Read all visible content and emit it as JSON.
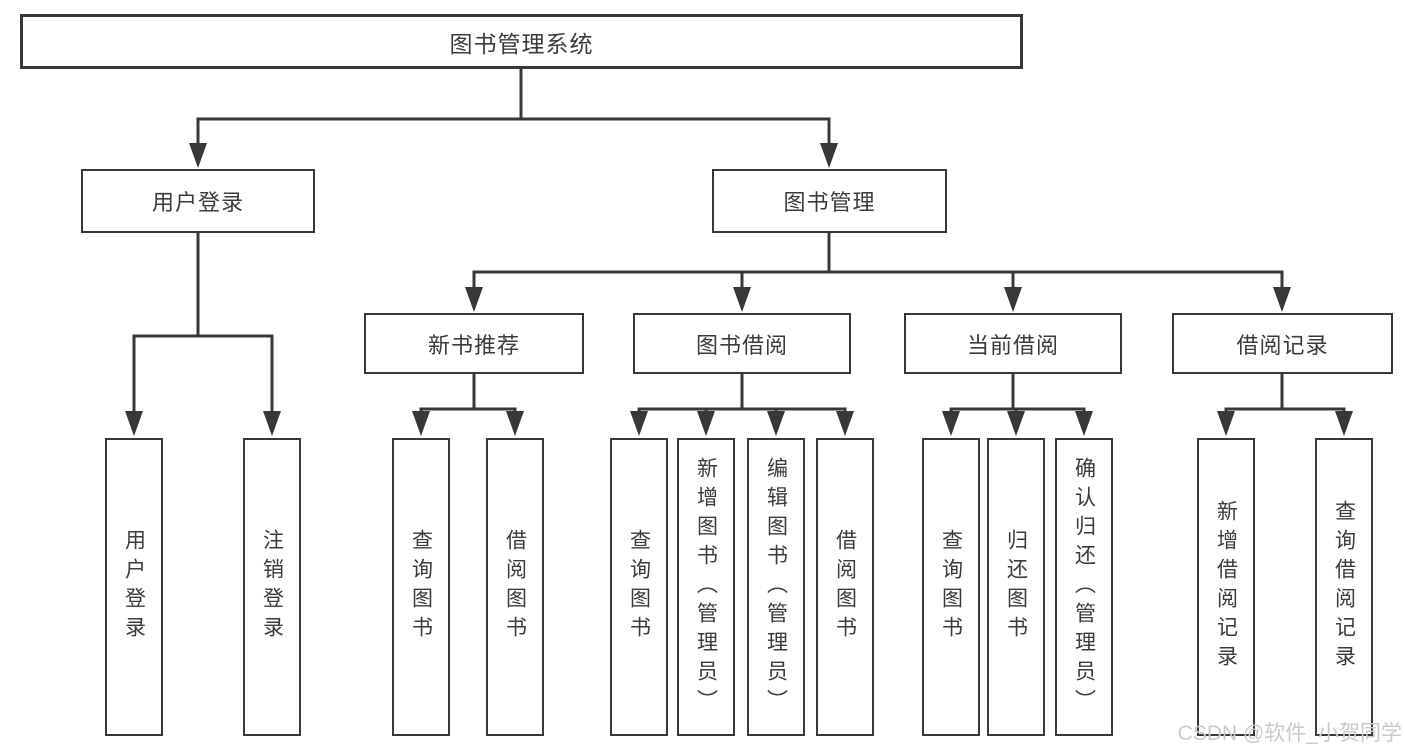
{
  "diagram": {
    "title": "图书管理系统",
    "level2": {
      "user_login": "用户登录",
      "book_mgmt": "图书管理"
    },
    "level3": {
      "recommend": "新书推荐",
      "borrow": "图书借阅",
      "current": "当前借阅",
      "records": "借阅记录"
    },
    "leaves": {
      "login": [
        "用户登录",
        "注销登录"
      ],
      "recommend": [
        "查询图书",
        "借阅图书"
      ],
      "borrow": [
        "查询图书",
        "新增图书（管理员）",
        "编辑图书（管理员）",
        "借阅图书"
      ],
      "current": [
        "查询图书",
        "归还图书",
        "确认归还（管理员）"
      ],
      "records": [
        "新增借阅记录",
        "查询借阅记录"
      ]
    }
  },
  "watermark": {
    "text": "CSDN @软件_小贺同学"
  },
  "colors": {
    "line": "#383838",
    "text": "#3b3b3b",
    "watermark": "#c9c9c9",
    "background": "#ffffff"
  }
}
